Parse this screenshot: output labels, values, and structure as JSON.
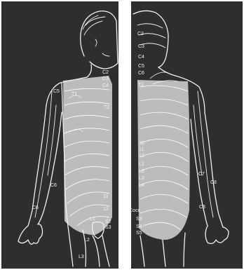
{
  "colors": {
    "background": "#2e2e2e",
    "outline": "#f0f0f0",
    "shaded_region": "#c9c9c9",
    "label": "#f2f2f2"
  },
  "figures": [
    {
      "view": "front",
      "labels": [
        {
          "id": "c2",
          "text": "C2"
        },
        {
          "id": "c3",
          "text": "C3"
        },
        {
          "id": "c4",
          "text": "C4"
        },
        {
          "id": "c5",
          "text": "C5"
        },
        {
          "id": "t1",
          "text": "T1"
        },
        {
          "id": "t2",
          "text": "T2"
        },
        {
          "id": "c6",
          "text": "C6"
        },
        {
          "id": "c6b",
          "text": "C6"
        },
        {
          "id": "l1",
          "text": "L1"
        },
        {
          "id": "l2",
          "text": "L2"
        },
        {
          "id": "l3",
          "text": "L3"
        },
        {
          "id": "t11",
          "text": "11"
        },
        {
          "id": "t12",
          "text": "12"
        },
        {
          "id": "s2",
          "text": "S2"
        },
        {
          "id": "s3",
          "text": "S3"
        }
      ]
    },
    {
      "view": "back",
      "labels": [
        {
          "id": "c2",
          "text": "C2"
        },
        {
          "id": "c3",
          "text": "C3"
        },
        {
          "id": "c4",
          "text": "C4"
        },
        {
          "id": "c5",
          "text": "C5"
        },
        {
          "id": "c6",
          "text": "C6"
        },
        {
          "id": "t1",
          "text": "T1"
        },
        {
          "id": "t10",
          "text": "10"
        },
        {
          "id": "t11",
          "text": "11"
        },
        {
          "id": "t12",
          "text": "12"
        },
        {
          "id": "l1",
          "text": "L1"
        },
        {
          "id": "l2",
          "text": "L2"
        },
        {
          "id": "l3",
          "text": "L3"
        },
        {
          "id": "l4",
          "text": "L4"
        },
        {
          "id": "c7",
          "text": "C7"
        },
        {
          "id": "c8",
          "text": "C8"
        },
        {
          "id": "c8b",
          "text": "C8"
        },
        {
          "id": "cocc",
          "text": "Cocc"
        },
        {
          "id": "s3",
          "text": "S3"
        },
        {
          "id": "s4",
          "text": "S4"
        },
        {
          "id": "s5",
          "text": "S5"
        }
      ]
    }
  ]
}
